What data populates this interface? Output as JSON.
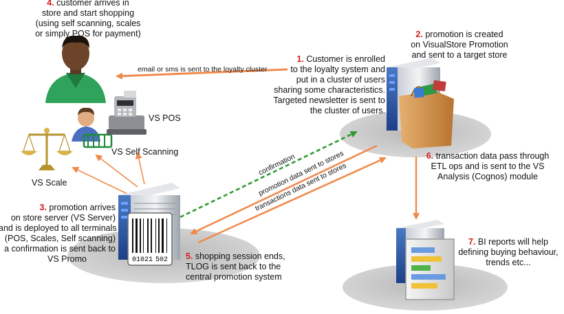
{
  "steps": [
    {
      "num": "4.",
      "lines": [
        "customer arrives in",
        "store and start shopping",
        "(using self scanning, scales",
        "or simply POS for payment)"
      ]
    },
    {
      "num": "2.",
      "lines": [
        "promotion is created",
        "on VisualStore Promotion",
        "and sent to a target store"
      ]
    },
    {
      "num": "1.",
      "lines": [
        "Customer is enrolled",
        "to the loyalty system and",
        "put in a cluster of users",
        "sharing some characteristics.",
        "Targeted newsletter is sent to",
        "the cluster of users."
      ]
    },
    {
      "num": "6.",
      "lines": [
        "transaction data pass through",
        "ETL ops and is sent to the VS",
        "Analysis (Cognos) module"
      ]
    },
    {
      "num": "3.",
      "lines": [
        "promotion arrives",
        "on store server (VS Server)",
        "and is deployed to all terminals",
        "(POS, Scales, Self scanning)",
        "a confirmation is sent back to",
        "VS Promo"
      ]
    },
    {
      "num": "5.",
      "lines": [
        "shopping session ends,",
        "TLOG is sent back to the",
        "central promotion system"
      ]
    },
    {
      "num": "7.",
      "lines": [
        "BI reports will help",
        "defining buying behaviour,",
        "trends etc..."
      ]
    }
  ],
  "labels": {
    "vs_pos": "VS POS",
    "vs_self_scanning": "VS Self Scanning",
    "vs_scale": "VS Scale",
    "barcode_left": "01021",
    "barcode_right": "502"
  },
  "arrows": {
    "email": "email or sms is sent to the loyalty cluster",
    "confirmation": "confirmation",
    "promotion_data": "promotion data sent to stores",
    "transactions_data": "transactions data sent to stores"
  }
}
